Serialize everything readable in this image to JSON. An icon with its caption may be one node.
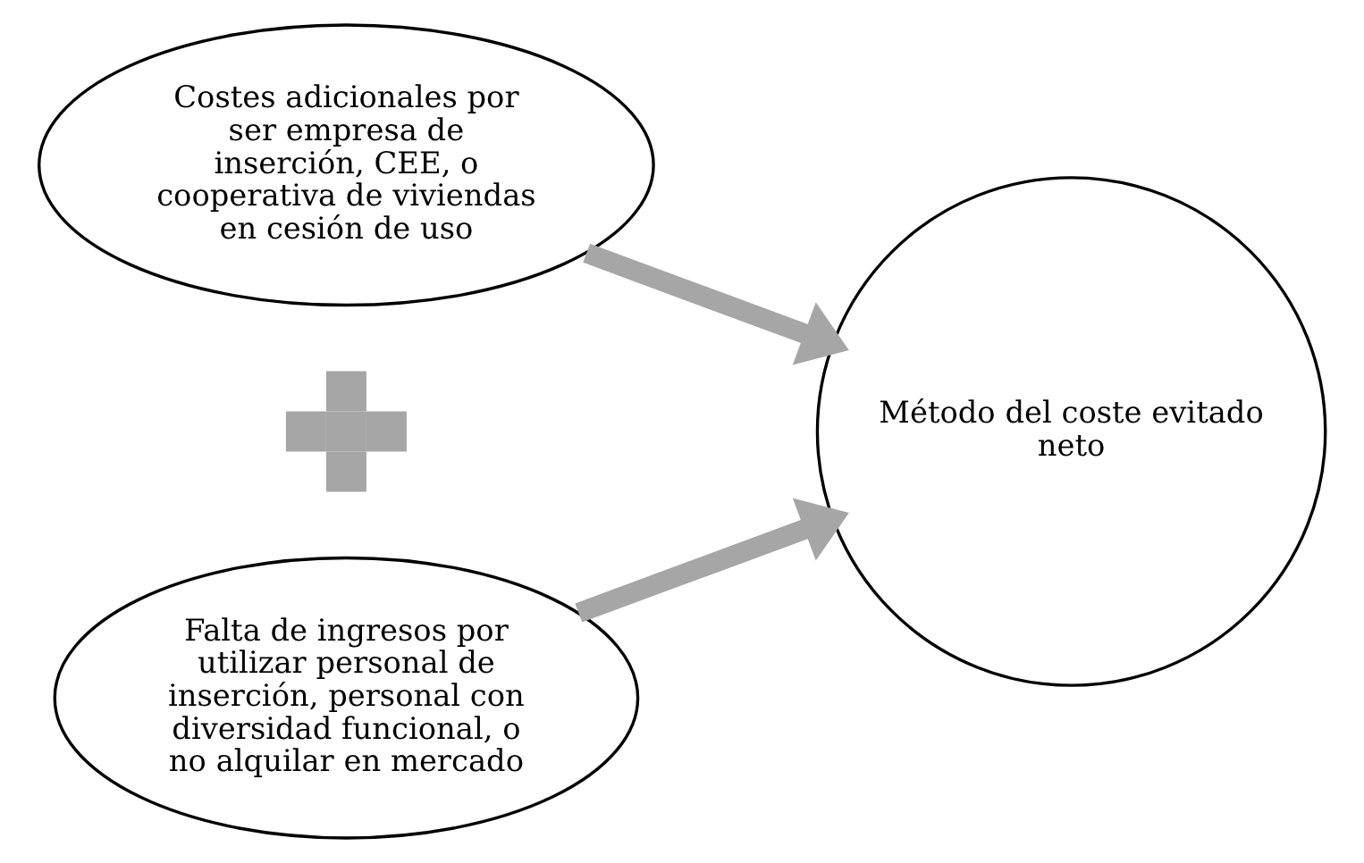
{
  "diagram": {
    "nodes": [
      {
        "text": [
          "Costes adicionales por ser empresa de inserción, CEE, o cooperativa de viviendas en cesión de uso"
        ]
      },
      {
        "text": [],
        "shape": "plus"
      },
      {
        "text": [
          "Falta de ingresos por utilizar personal de inserción, personal con diversidad funcional, o no alquilar en mercado"
        ]
      },
      {
        "text": [
          "Método del coste evitado neto"
        ]
      }
    ],
    "edges": [
      {
        "from": 0,
        "to": 3,
        "arrow": "to",
        "color": "#a6a6a6"
      },
      {
        "from": 2,
        "to": 3,
        "arrow": "to",
        "color": "#a6a6a6"
      }
    ]
  }
}
